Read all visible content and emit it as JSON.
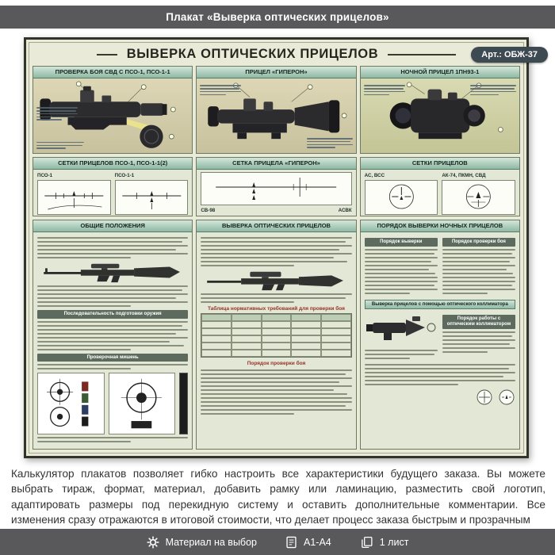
{
  "header": {
    "title": "Плакат «Выверка оптических прицелов»"
  },
  "poster": {
    "badge": "Арт.: ОБЖ-37",
    "title": "ВЫВЕРКА ОПТИЧЕСКИХ ПРИЦЕЛОВ",
    "sections": {
      "svd_check": {
        "title": "ПРОВЕРКА БОЯ СВД С ПСО-1, ПСО-1-1"
      },
      "giperon": {
        "title": "ПРИЦЕЛ «ГИПЕРОН»"
      },
      "night_sight": {
        "title": "НОЧНОЙ ПРИЦЕЛ 1ПН93-1"
      },
      "pso_reticles": {
        "title": "СЕТКИ ПРИЦЕЛОВ ПСО-1, ПСО-1-1(2)",
        "labels": [
          "ПСО-1",
          "ПСО-1-1"
        ]
      },
      "giperon_reticle": {
        "title": "СЕТКА ПРИЦЕЛА «ГИПЕРОН»",
        "labels": [
          "СВ-98",
          "АСВК"
        ]
      },
      "night_reticles": {
        "title": "СЕТКИ ПРИЦЕЛОВ",
        "labels": [
          "АС, ВСС",
          "АК-74, ПКМН, СВД"
        ]
      },
      "general": {
        "title": "ОБЩИЕ ПОЛОЖЕНИЯ",
        "sub1": "Последовательность подготовки оружия",
        "sub2": "Проверочная мишень"
      },
      "optic_check": {
        "title": "ВЫВЕРКА ОПТИЧЕСКИХ ПРИЦЕЛОВ",
        "table_title": "Таблица нормативных требований для проверки боя",
        "sub1": "Порядок проверки боя"
      },
      "night_order": {
        "title": "ПОРЯДОК ВЫВЕРКИ НОЧНЫХ ПРИЦЕЛОВ",
        "sub1": "Порядок выверки",
        "sub2": "Порядок проверки боя",
        "sub3": "Выверка прицелов с помощью оптического коллиматора",
        "sub4": "Порядок работы с оптическим коллиматором"
      }
    }
  },
  "description": "Калькулятор плакатов позволяет гибко настроить все характеристики будущего заказа. Вы можете выбрать тираж, формат, материал, добавить рамку или ламинацию, разместить свой логотип, адаптировать размеры под перекидную систему и оставить дополнительные комментарии. Все изменения сразу отражаются в итоговой стоимости, что делает процесс заказа быстрым и прозрачным",
  "footer": {
    "material": "Материал на выбор",
    "format": "А1-А4",
    "sheets": "1 лист"
  },
  "colors": {
    "chrome": "#59595b",
    "panel_header_teal": "#9cc3b1",
    "badge_bg": "#3d4a52",
    "poster_bg": "#e9ead8",
    "accent_red": "#97322a"
  }
}
